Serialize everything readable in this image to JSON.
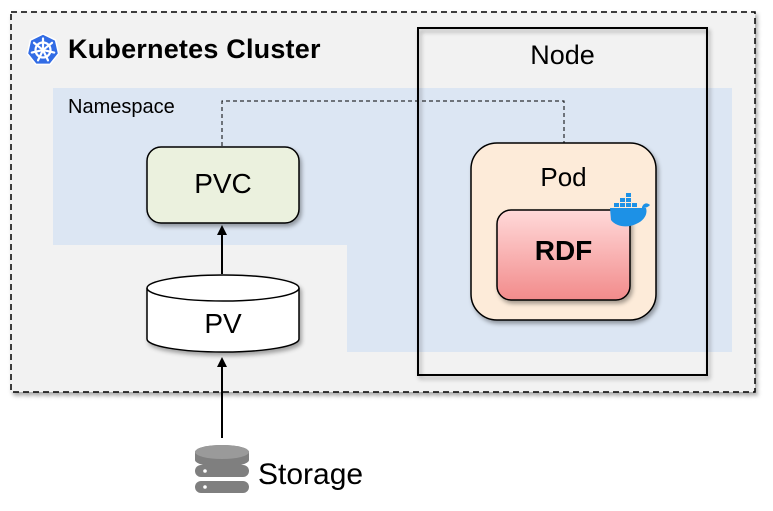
{
  "cluster": {
    "title": "Kubernetes Cluster",
    "icon": "kubernetes-helm-icon",
    "icon_color": "#326CE5"
  },
  "namespace": {
    "label": "Namespace",
    "fill": "#DCE6F3"
  },
  "node": {
    "label": "Node"
  },
  "pvc": {
    "label": "PVC",
    "fill": "#EBF1DE"
  },
  "pv": {
    "label": "PV"
  },
  "pod": {
    "label": "Pod",
    "fill": "#FDEBD9",
    "icon": "docker-whale-icon",
    "icon_color": "#1D91E6"
  },
  "rdf": {
    "label": "RDF"
  },
  "storage": {
    "label": "Storage",
    "icon": "database-stack-icon",
    "icon_color": "#7F7F7F"
  }
}
